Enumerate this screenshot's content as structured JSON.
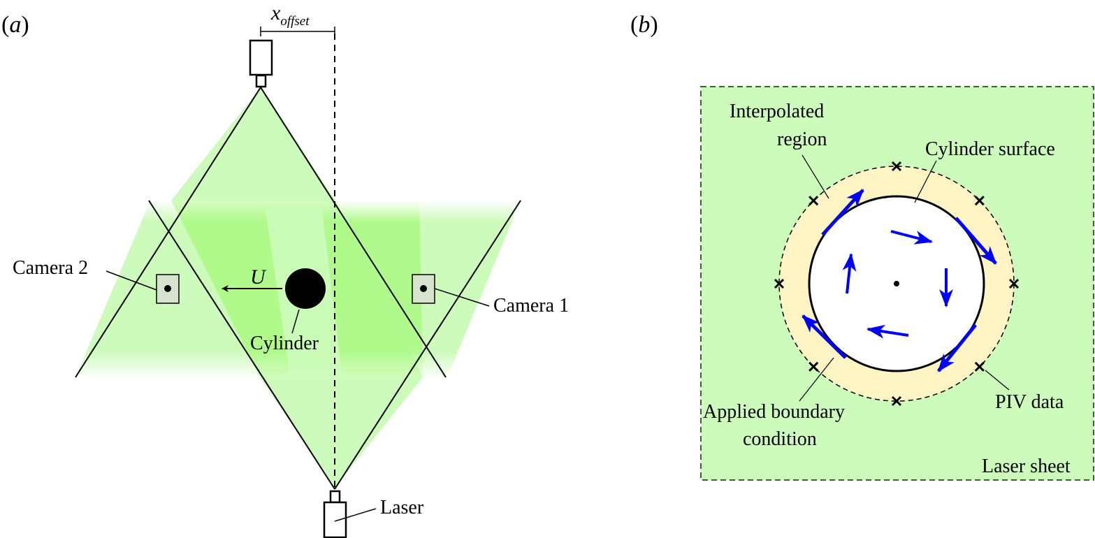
{
  "panel_a": {
    "label_open": "(",
    "label_letter": "a",
    "label_close": ")",
    "x_offset_main": "x",
    "x_offset_sub": "offset",
    "velocity_label": "U",
    "cylinder_label": "Cylinder",
    "camera1_label": "Camera 1",
    "camera2_label": "Camera 2",
    "laser_label": "Laser"
  },
  "panel_b": {
    "label_open": "(",
    "label_letter": "b",
    "label_close": ")",
    "interpolated_line1": "Interpolated",
    "interpolated_line2": "region",
    "cylinder_surface": "Cylinder surface",
    "applied_line1": "Applied boundary",
    "applied_line2": "condition",
    "piv_data": "PIV data",
    "laser_sheet": "Laser sheet"
  },
  "colors": {
    "laser_light": "#cdfbbb",
    "laser_overlap": "#b0fa8d",
    "interpolated_band": "#fff4c4",
    "arrow_blue": "#0000ff",
    "sheet_border": "#2f6b1f",
    "camera_fill": "#d7e3cf"
  }
}
